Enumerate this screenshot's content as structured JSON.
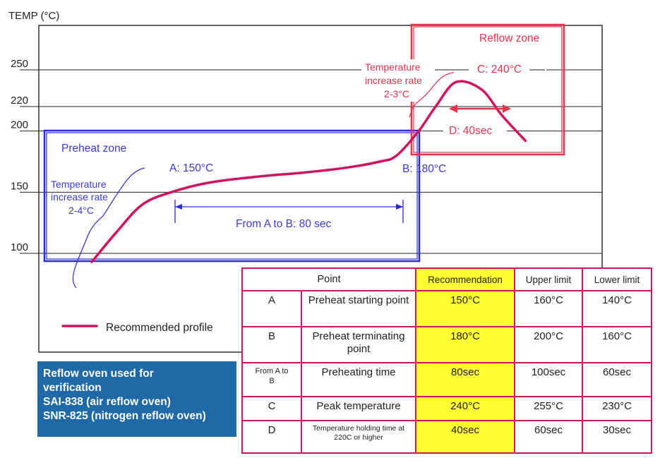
{
  "chart_data": {
    "type": "line",
    "title": "",
    "ylabel": "TEMP (°C)",
    "xlabel": "",
    "y_ticks": [
      100,
      150,
      200,
      220,
      250
    ],
    "series": [
      {
        "name": "Recommended profile",
        "color": "#d0125f",
        "points": [
          [
            0,
            93
          ],
          [
            15,
            118
          ],
          [
            30,
            140
          ],
          [
            47,
            150
          ],
          [
            70,
            158
          ],
          [
            100,
            163
          ],
          [
            125,
            166
          ],
          [
            150,
            170
          ],
          [
            170,
            175
          ],
          [
            180,
            180
          ],
          [
            193,
            200
          ],
          [
            203,
            220
          ],
          [
            215,
            240
          ],
          [
            230,
            234
          ],
          [
            242,
            213
          ],
          [
            256,
            192
          ]
        ]
      }
    ],
    "zones": [
      {
        "name": "Preheat zone",
        "color": "#2a2ae0"
      },
      {
        "name": "Reflow zone",
        "color": "#e8324a"
      }
    ],
    "annotations": {
      "point_a": "A: 150°C",
      "point_b": "B: 180°C",
      "point_c": "C: 240°C",
      "point_d": "D: 40sec",
      "a_to_b": "From A to B: 80 sec",
      "rate1": [
        "Temperature",
        "increase rate",
        "2-4°C"
      ],
      "rate2": [
        "Temperature",
        "increase rate",
        "2-3°C"
      ]
    },
    "legend": {
      "label": "Recommended profile",
      "position": "bottom-left"
    }
  },
  "info_box": {
    "lines": [
      "Reflow oven used for",
      "verification",
      "SAI-838 (air reflow oven)",
      "SNR-825 (nitrogen reflow oven)"
    ]
  },
  "table": {
    "headers": [
      "Point",
      "Recommendation",
      "Upper limit",
      "Lower limit"
    ],
    "rows": [
      {
        "id": "A",
        "point": "Preheat starting point",
        "rec": "150°C",
        "upper": "160°C",
        "lower": "140°C"
      },
      {
        "id": "B",
        "point": "Preheat terminating point",
        "rec": "180°C",
        "upper": "200°C",
        "lower": "160°C"
      },
      {
        "id": "From A to B",
        "point": "Preheating time",
        "rec": "80sec",
        "upper": "100sec",
        "lower": "60sec"
      },
      {
        "id": "C",
        "point": "Peak temperature",
        "rec": "240°C",
        "upper": "255°C",
        "lower": "230°C"
      },
      {
        "id": "D",
        "point": "Temperature holding time at 220C or higher",
        "rec": "40sec",
        "upper": "60sec",
        "lower": "30sec"
      }
    ]
  }
}
